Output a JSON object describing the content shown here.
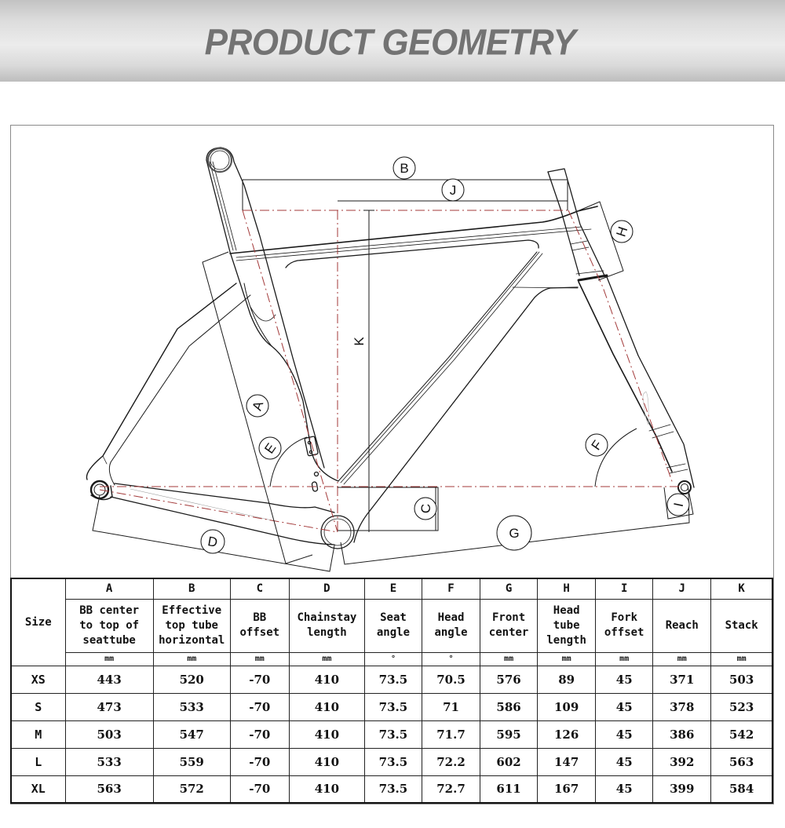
{
  "header": {
    "title": "PRODUCT GEOMETRY"
  },
  "diagram": {
    "labels": {
      "A": "A",
      "B": "B",
      "C": "C",
      "D": "D",
      "E": "E",
      "F": "F",
      "G": "G",
      "H": "H",
      "I": "I",
      "J": "J",
      "K": "K"
    },
    "colors": {
      "line": "#1a1a1a",
      "centerline": "#a33a3a",
      "frame_fill": "#ffffff"
    }
  },
  "table": {
    "size_header": "Size",
    "columns": [
      {
        "letter": "A",
        "description": "BB center\nto top of\nseattube",
        "unit": "mm"
      },
      {
        "letter": "B",
        "description": "Effective\ntop tube\nhorizontal",
        "unit": "mm"
      },
      {
        "letter": "C",
        "description": "BB\noffset",
        "unit": "mm"
      },
      {
        "letter": "D",
        "description": "Chainstay\nlength",
        "unit": "mm"
      },
      {
        "letter": "E",
        "description": "Seat\nangle",
        "unit": "°"
      },
      {
        "letter": "F",
        "description": "Head\nangle",
        "unit": "°"
      },
      {
        "letter": "G",
        "description": "Front\ncenter",
        "unit": "mm"
      },
      {
        "letter": "H",
        "description": "Head\ntube\nlength",
        "unit": "mm"
      },
      {
        "letter": "I",
        "description": "Fork\noffset",
        "unit": "mm"
      },
      {
        "letter": "J",
        "description": "Reach",
        "unit": "mm"
      },
      {
        "letter": "K",
        "description": "Stack",
        "unit": "mm"
      }
    ],
    "rows": [
      {
        "size": "XS",
        "values": [
          "443",
          "520",
          "-70",
          "410",
          "73.5",
          "70.5",
          "576",
          "89",
          "45",
          "371",
          "503"
        ]
      },
      {
        "size": "S",
        "values": [
          "473",
          "533",
          "-70",
          "410",
          "73.5",
          "71",
          "586",
          "109",
          "45",
          "378",
          "523"
        ]
      },
      {
        "size": "M",
        "values": [
          "503",
          "547",
          "-70",
          "410",
          "73.5",
          "71.7",
          "595",
          "126",
          "45",
          "386",
          "542"
        ]
      },
      {
        "size": "L",
        "values": [
          "533",
          "559",
          "-70",
          "410",
          "73.5",
          "72.2",
          "602",
          "147",
          "45",
          "392",
          "563"
        ]
      },
      {
        "size": "XL",
        "values": [
          "563",
          "572",
          "-70",
          "410",
          "73.5",
          "72.7",
          "611",
          "167",
          "45",
          "399",
          "584"
        ]
      }
    ]
  }
}
